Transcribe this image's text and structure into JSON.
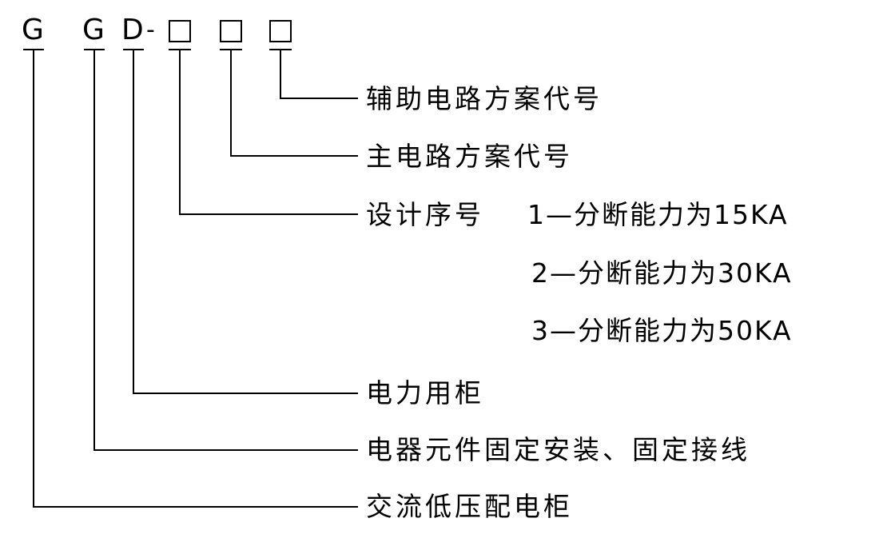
{
  "code": {
    "letters": [
      "G",
      "G",
      "D"
    ],
    "separator": "-"
  },
  "labels": {
    "aux_circuit": "辅助电路方案代号",
    "main_circuit": "主电路方案代号",
    "design_seq": "设计序号",
    "design_opt1": "1—分断能力为15KA",
    "design_opt2": "2—分断能力为30KA",
    "design_opt3": "3—分断能力为50KA",
    "power_cabinet": "电力用柜",
    "fixed_install": "电器元件固定安装、固定接线",
    "ac_lv_cabinet": "交流低压配电柜"
  },
  "colors": {
    "line": "#000000",
    "text": "#000000",
    "background": "#ffffff"
  }
}
